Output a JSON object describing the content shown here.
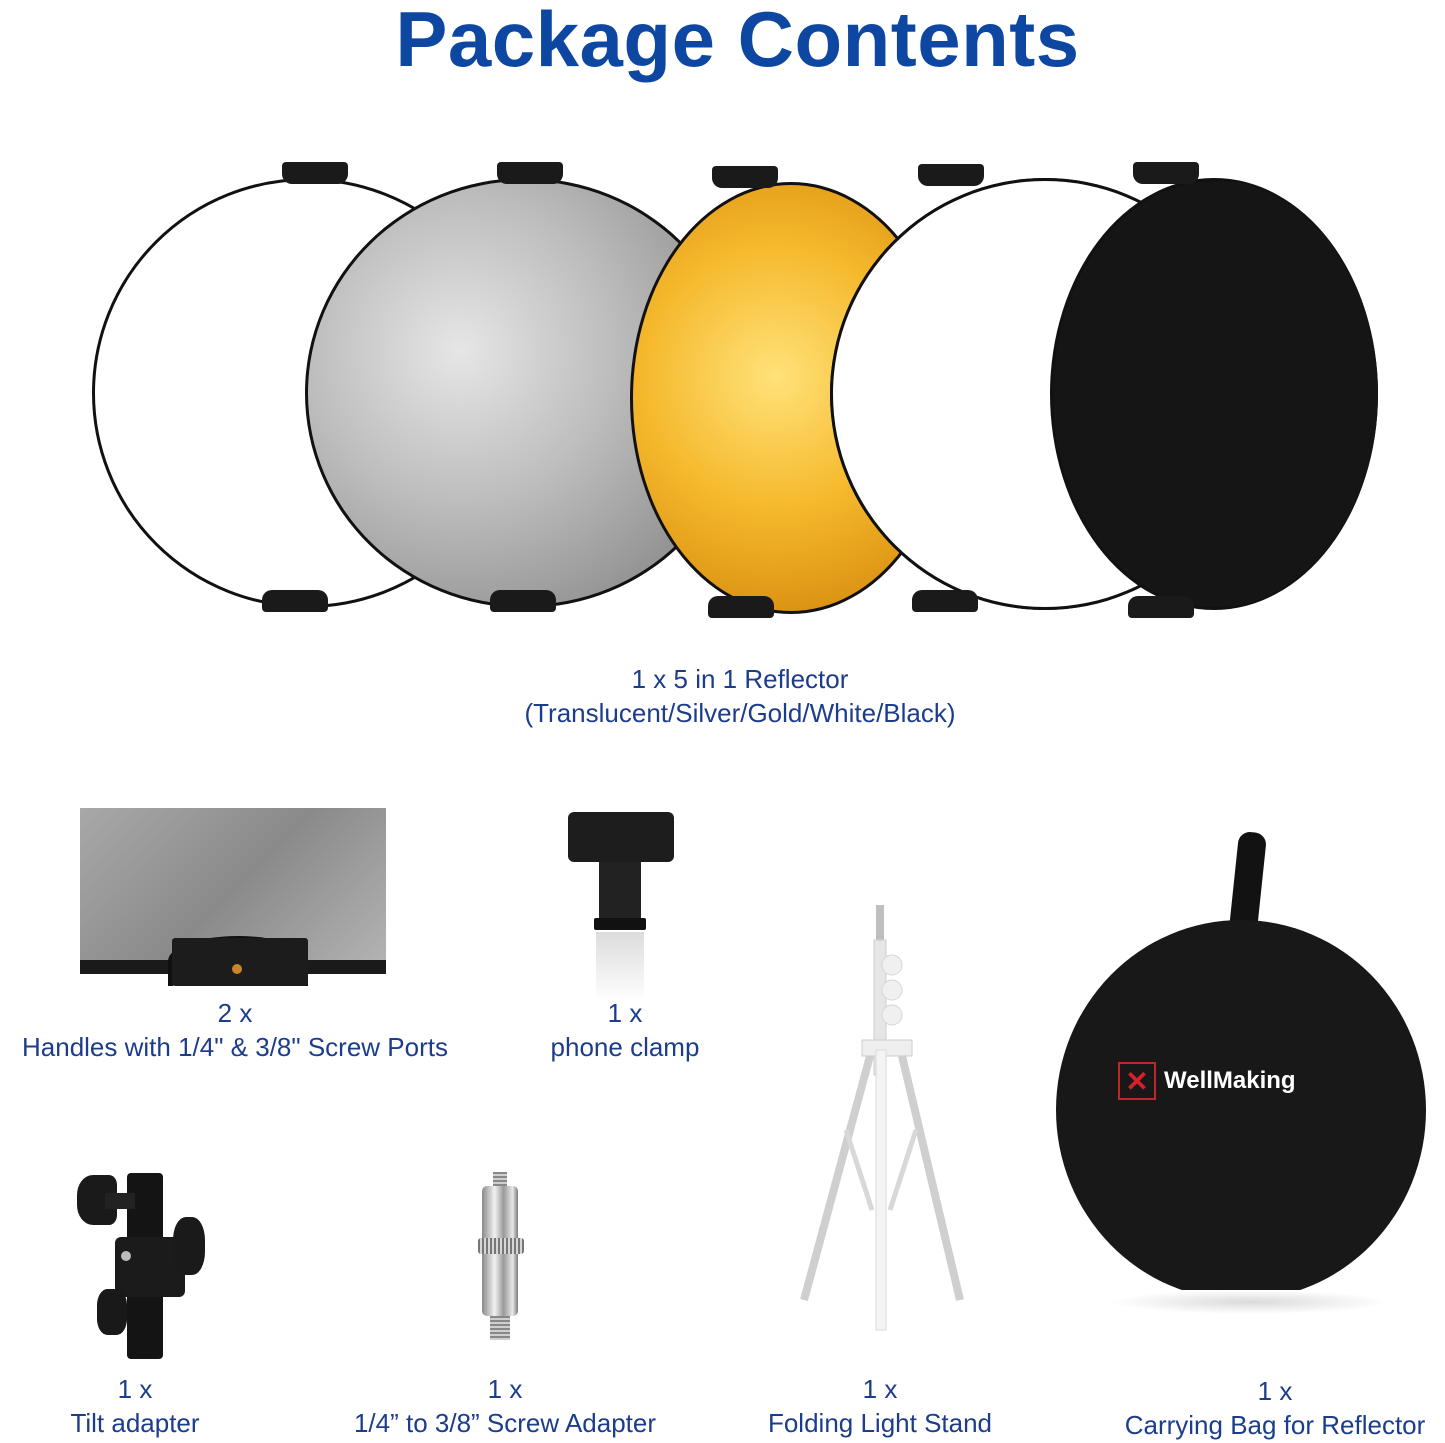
{
  "title": "Package Contents",
  "colors": {
    "title": "#0e47a1",
    "caption": "#1c3c8c",
    "gold": "#f0b429",
    "silver": "#9e9e9e",
    "black": "#151515",
    "brand_red": "#d6202a"
  },
  "reflector": {
    "qty": "1 x 5 in 1 Reflector",
    "surfaces": "(Translucent/Silver/Gold/White/Black)",
    "discs": [
      "translucent",
      "silver",
      "gold",
      "white",
      "black"
    ]
  },
  "items": [
    {
      "qty": "2 x",
      "label": "Handles with 1/4\" & 3/8\" Screw Ports"
    },
    {
      "qty": "1 x",
      "label": "phone clamp"
    },
    {
      "qty": "1 x",
      "label": "Tilt adapter"
    },
    {
      "qty": "1 x",
      "label": "1/4” to 3/8” Screw Adapter"
    },
    {
      "qty": "1 x",
      "label": "Folding Light Stand"
    },
    {
      "qty": "1 x",
      "label": "Carrying Bag for Reflector"
    }
  ],
  "bag": {
    "brand": "WellMaking"
  }
}
